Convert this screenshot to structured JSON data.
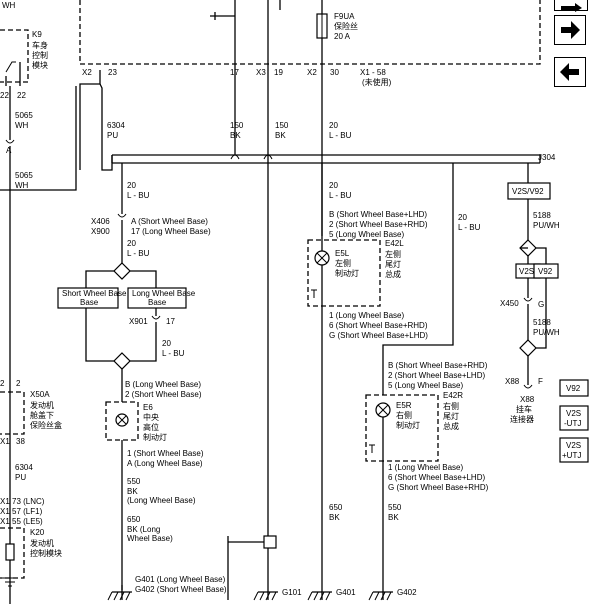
{
  "nav": {
    "next_icon": "arrow-right-icon",
    "prev_icon": "arrow-left-icon"
  },
  "fuse": {
    "id": "F9UA",
    "name": "保险丝",
    "rating": "20 A"
  },
  "k9": {
    "id": "K9",
    "line1": "车身",
    "line2": "控制",
    "line3": "模块"
  },
  "top": {
    "wh_top_left": "WH",
    "x2_left": "X2",
    "pin23": "23",
    "pin22a": "22",
    "pin22b": "22",
    "pin17": "17",
    "x3": "X3",
    "pin19": "19",
    "x2_mid": "X2",
    "pin30": "30",
    "x1_58": "X1 - 58",
    "unused": "(未使用)"
  },
  "wires": {
    "w5065a_num": "5065",
    "w5065a_col": "WH",
    "w5065b_num": "5065",
    "w5065b_col": "WH",
    "w6304_num": "6304",
    "w6304_col": "PU",
    "w150a_num": "150",
    "w150a_col": "BK",
    "w150b_num": "150",
    "w150b_col": "BK",
    "w20_top_num": "20",
    "w20_top_col": "L - BU",
    "w20_mid_num": "20",
    "w20_mid_col": "L - BU",
    "w20_left_num": "20",
    "w20_left_col": "L - BU",
    "w20_a_num": "20",
    "w20_a_col": "L - BU",
    "w20_b_num": "20",
    "w20_b_col": "L - BU",
    "w20_c_num": "20",
    "w20_c_col": "L - BU",
    "w5188a_num": "5188",
    "w5188a_col": "PU/WH",
    "w5188b_num": "5188",
    "w5188b_col": "PU/WH",
    "w550a_num": "550",
    "w550a_col": "BK (Long Wheel Base)",
    "w650a_num": "650",
    "w650a_col": "BK (Long Wheel Base)",
    "w650b_num": "650",
    "w650b_col": "BK",
    "w550b_num": "550",
    "w550b_col": "BK",
    "w6304b_num": "6304",
    "w6304b_col": "PU"
  },
  "splice": {
    "j304": "J304"
  },
  "x406": {
    "conn1": "X406",
    "conn2": "X900",
    "pin_a": "A (Short Wheel Base)",
    "pin_b": "17 (Long Wheel Base)"
  },
  "options": {
    "short": "Short Wheel Base",
    "long": "Long Wheel Base"
  },
  "x901": {
    "id": "X901",
    "pin": "17"
  },
  "e6": {
    "id": "E6",
    "l1": "中央",
    "l2": "高位",
    "l3": "制动灯",
    "top_pin1": "B (Long Wheel Base)",
    "top_pin2": "2 (Short Wheel Base)",
    "bot_pin1": "1 (Short Wheel Base)",
    "bot_pin2": "A (Long Wheel Base)"
  },
  "e5l": {
    "id": "E5L",
    "l1": "左侧",
    "l2": "制动灯",
    "e42l": "E42L",
    "r1": "左侧",
    "r2": "尾灯",
    "r3": "总成",
    "top_pins": [
      "B (Short Wheel Base+LHD)",
      "2 (Short Wheel Base+RHD)",
      "5 (Long Wheel Base)"
    ],
    "bot_pins": [
      "1 (Long Wheel Base)",
      "6 (Short Wheel Base+RHD)",
      "G (Short Wheel Base+LHD)"
    ]
  },
  "e5r": {
    "id": "E5R",
    "l1": "右侧",
    "l2": "制动灯",
    "e42r": "E42R",
    "r1": "右侧",
    "r2": "尾灯",
    "r3": "总成",
    "top_pins": [
      "B (Short Wheel Base+RHD)",
      "2 (Short Wheel Base+LHD)",
      "5 (Long Wheel Base)"
    ],
    "bot_pins": [
      "1 (Long Wheel Base)",
      "6 (Short Wheel Base+LHD)",
      "G (Short Wheel Base+RHD)"
    ]
  },
  "trailer": {
    "opt_top": "V2S/V92",
    "opt_v2s": "V2S",
    "opt_v92": "V92",
    "x450": "X450",
    "x450_pin": "G",
    "x88": "X88",
    "x88_pin": "F",
    "x88_name": "X88",
    "x88_l1": "挂车",
    "x88_l2": "连接器"
  },
  "legend": {
    "v92": "V92",
    "v2s_utj_a": "V2S",
    "v2s_utj_b": "-UTJ",
    "v2s_plus_a": "V2S",
    "v2s_plus_b": "+UTJ"
  },
  "x50a": {
    "id": "X50A",
    "l1": "发动机",
    "l2": "舱盖下",
    "l3": "保险丝盒",
    "pin2a": "2",
    "pin2b": "2",
    "k1": "X1",
    "p38": "38"
  },
  "k20": {
    "pins": [
      "X1  73 (LNC)",
      "X1  57 (LF1)",
      "X1  55 (LE5)"
    ],
    "id": "K20",
    "l1": "发动机",
    "l2": "控制模块"
  },
  "misc": {
    "a_pin": "A"
  },
  "grounds": {
    "g401_402_l1": "G401 (Long Wheel Base)",
    "g401_402_l2": "G402 (Short Wheel Base)",
    "g101": "G101",
    "g401": "G401",
    "g402": "G402"
  }
}
